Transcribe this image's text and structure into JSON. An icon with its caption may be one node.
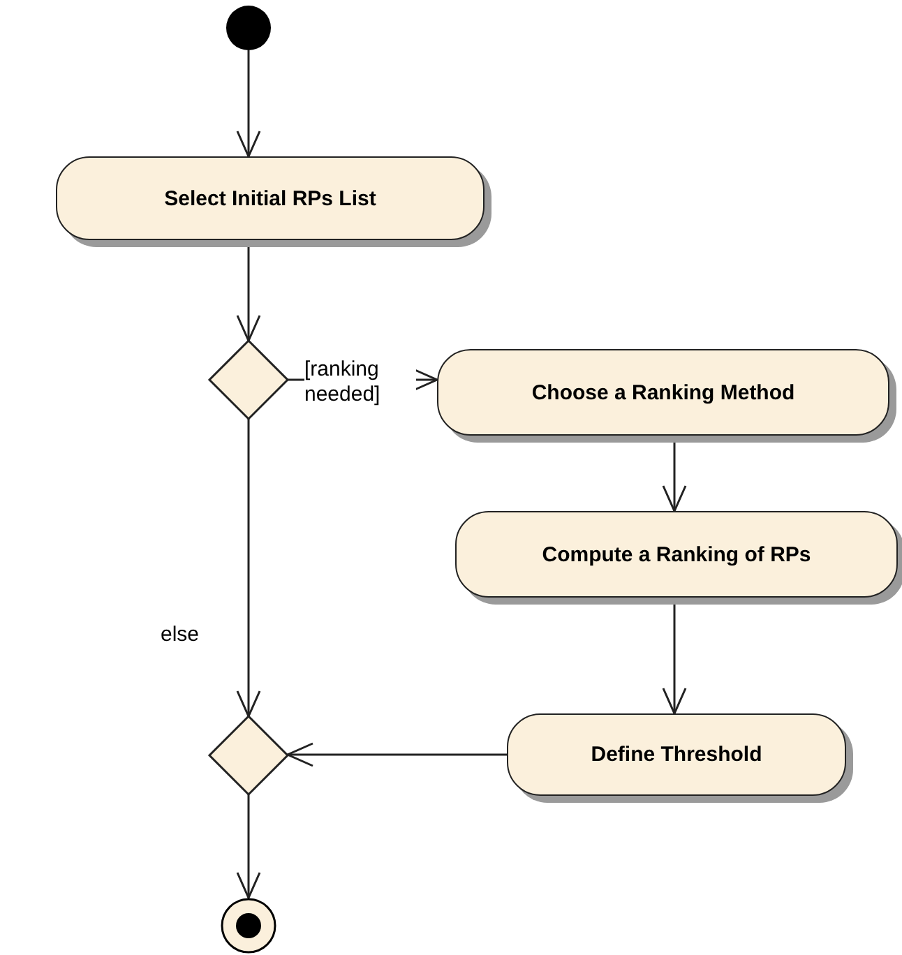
{
  "diagram": {
    "nodes": [
      {
        "text": [],
        "shape": "circle"
      },
      {
        "text": [
          "Select Initial RPs List"
        ]
      },
      {
        "text": [],
        "shape": "diamond"
      },
      {
        "text": [
          "Choose a Ranking Method"
        ]
      },
      {
        "text": [
          "Compute a Ranking of RPs"
        ]
      },
      {
        "text": [
          "Define Threshold"
        ]
      },
      {
        "text": [],
        "shape": "diamond"
      },
      {
        "text": [],
        "shape": "bullseye"
      }
    ],
    "edges": [
      {
        "from": 0,
        "to": 1,
        "arrow": "to"
      },
      {
        "from": 1,
        "to": 2,
        "arrow": "to"
      },
      {
        "from": 2,
        "to": 3,
        "arrow": "to",
        "label": "[ranking needed]"
      },
      {
        "from": 3,
        "to": 4,
        "arrow": "to"
      },
      {
        "from": 4,
        "to": 5,
        "arrow": "to"
      },
      {
        "from": 2,
        "to": 6,
        "arrow": "to",
        "label": "else"
      },
      {
        "from": 5,
        "to": 6,
        "arrow": "to"
      },
      {
        "from": 6,
        "to": 7,
        "arrow": "to"
      }
    ]
  }
}
